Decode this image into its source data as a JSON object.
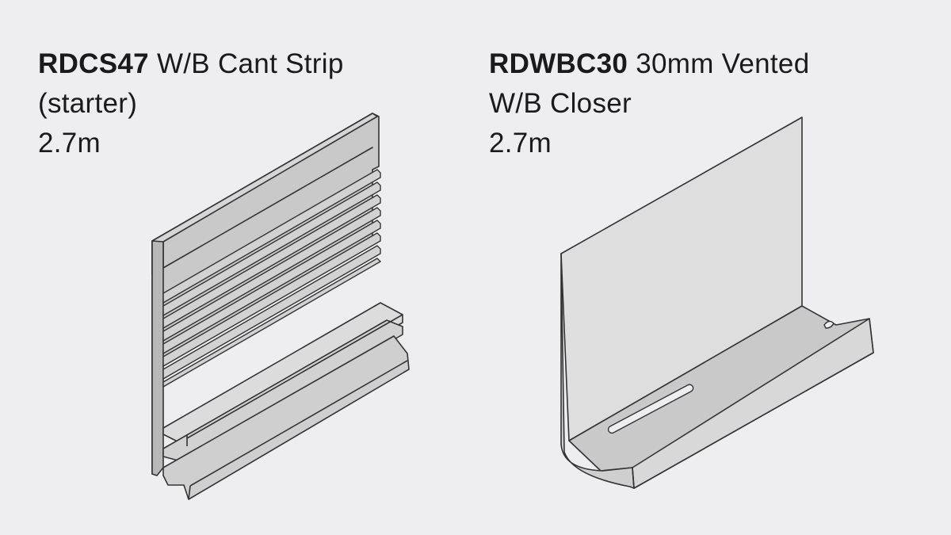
{
  "products": [
    {
      "code": "RDCS47",
      "name": "W/B Cant Strip",
      "name_line2": "(starter)",
      "length": "2.7m",
      "illustration": "cant-strip-profile"
    },
    {
      "code": "RDWBC30",
      "name": "30mm Vented",
      "name_line2": "W/B Closer",
      "length": "2.7m",
      "illustration": "vented-closer-profile"
    }
  ],
  "colors": {
    "background": "#eeeef0",
    "text": "#1a1a1a",
    "part_fill_dark": "#c6c6c6",
    "part_fill_light": "#dedede",
    "outline": "#333333"
  }
}
